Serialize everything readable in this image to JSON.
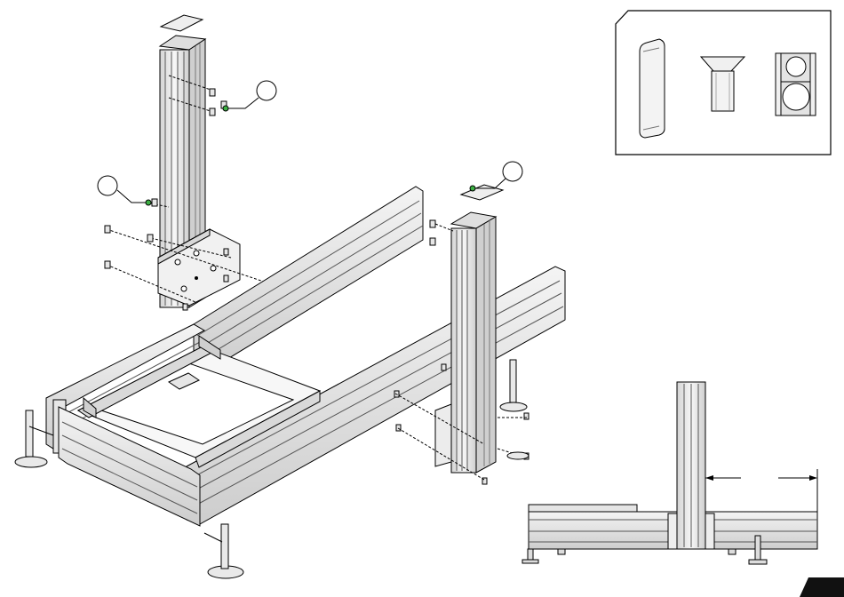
{
  "diagram": {
    "kind": "exploded assembly drawing",
    "line_color": "#000000",
    "profile_fill": "#e9e9e9",
    "profile_shade": "#bdbdbd",
    "callout_dot_color": "#3cb043",
    "detail_box": {
      "items": [
        {
          "icon": "tslot-nut-icon"
        },
        {
          "icon": "countersunk-bolt-icon"
        },
        {
          "icon": "end-cap-icon"
        }
      ]
    },
    "callouts": [
      {
        "name": "callout-bolt-left",
        "label": ""
      },
      {
        "name": "callout-nut-upright",
        "label": ""
      },
      {
        "name": "callout-end-cap",
        "label": ""
      }
    ],
    "side_view": {
      "dimension_label": ""
    },
    "corner_tab": {
      "color": "#111111",
      "label": ""
    }
  }
}
